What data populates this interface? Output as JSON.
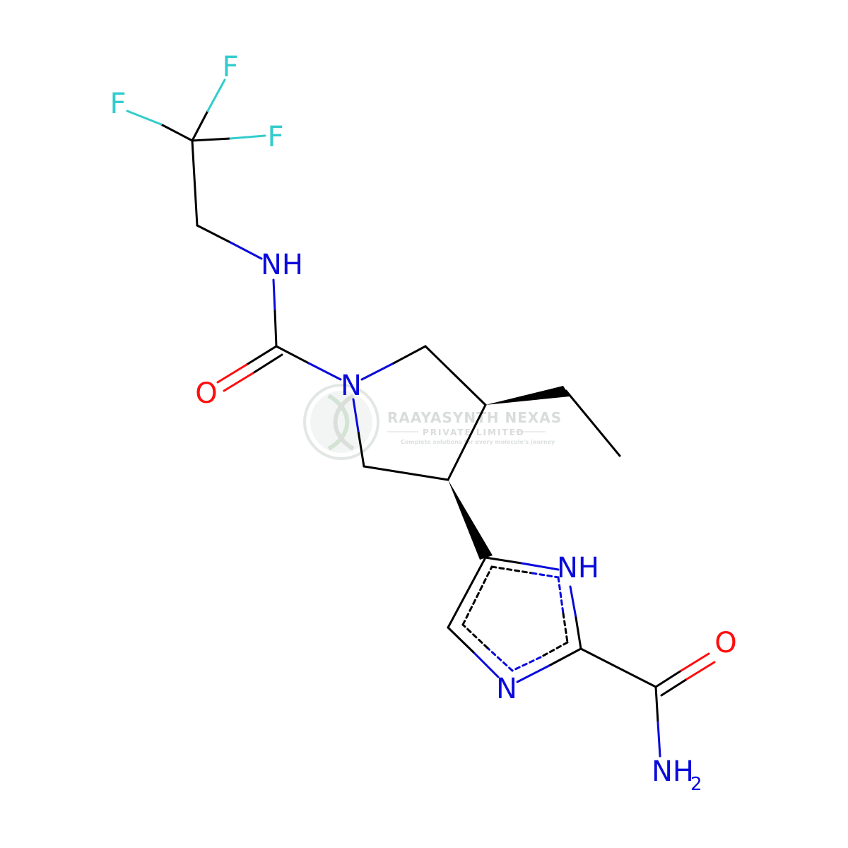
{
  "colors": {
    "bond": "#000000",
    "nitrogen": "#0a0adb",
    "oxygen": "#ff0d0d",
    "fluorine": "#33cccc",
    "watermark": "#d4dbd8"
  },
  "atoms": {
    "f_top": "F",
    "f_left": "F",
    "f_right": "F",
    "nh_amide": "NH",
    "o_urea": "O",
    "n_ring": "N",
    "nh_imidazole": "NH",
    "n_imidazole": "N",
    "o_carboxamide": "O",
    "nh2_main": "NH",
    "nh2_sub": "2"
  },
  "watermark": {
    "title": "RAAYASYNTH NEXAS",
    "subtitle": "PRIVATE LIMITED",
    "tagline": "Complete solutions for every molecule's journey",
    "logo_icon": "dna-helix-icon"
  }
}
